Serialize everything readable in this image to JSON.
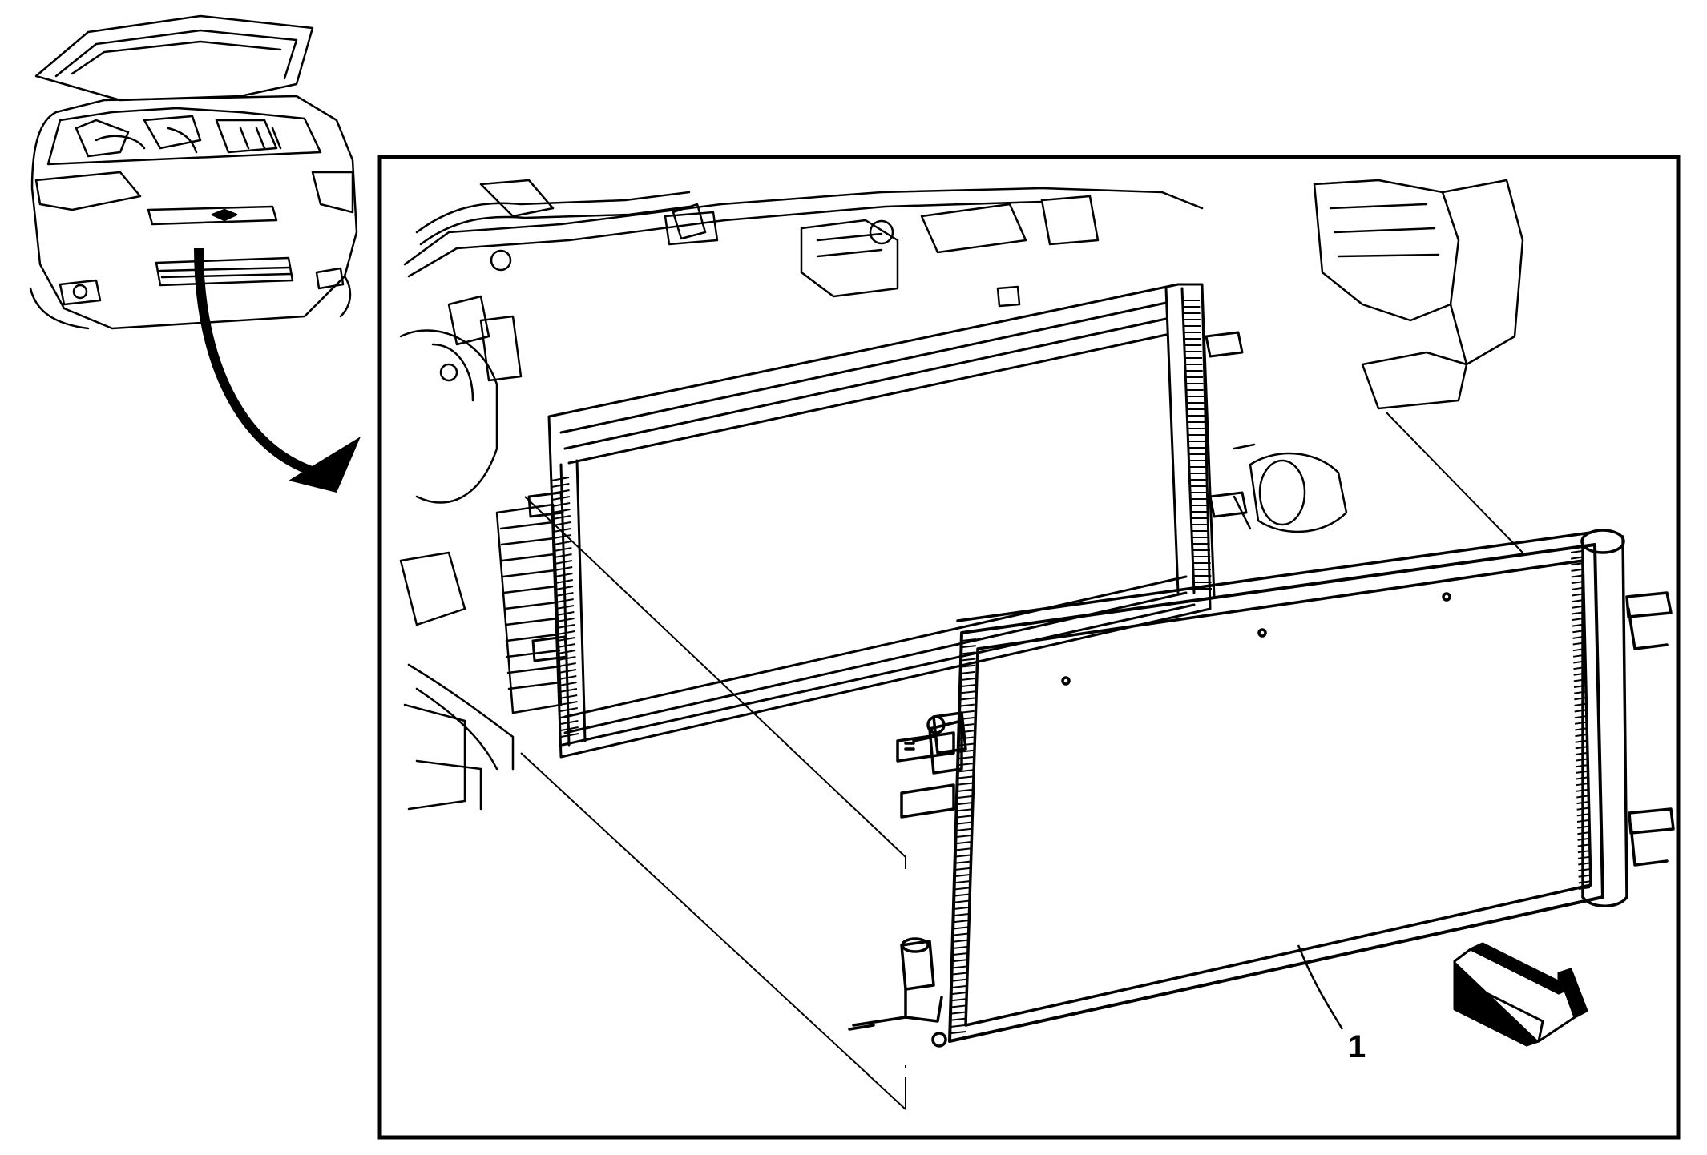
{
  "diagram": {
    "callout_label": "1",
    "ink_color": "#000000",
    "background_color": "#ffffff",
    "parts": [
      {
        "id": "condenser",
        "callout": "1"
      },
      {
        "id": "radiator"
      },
      {
        "id": "vehicle-locator-view"
      },
      {
        "id": "view-arrow"
      },
      {
        "id": "vehicle-front-direction-arrow"
      }
    ]
  }
}
